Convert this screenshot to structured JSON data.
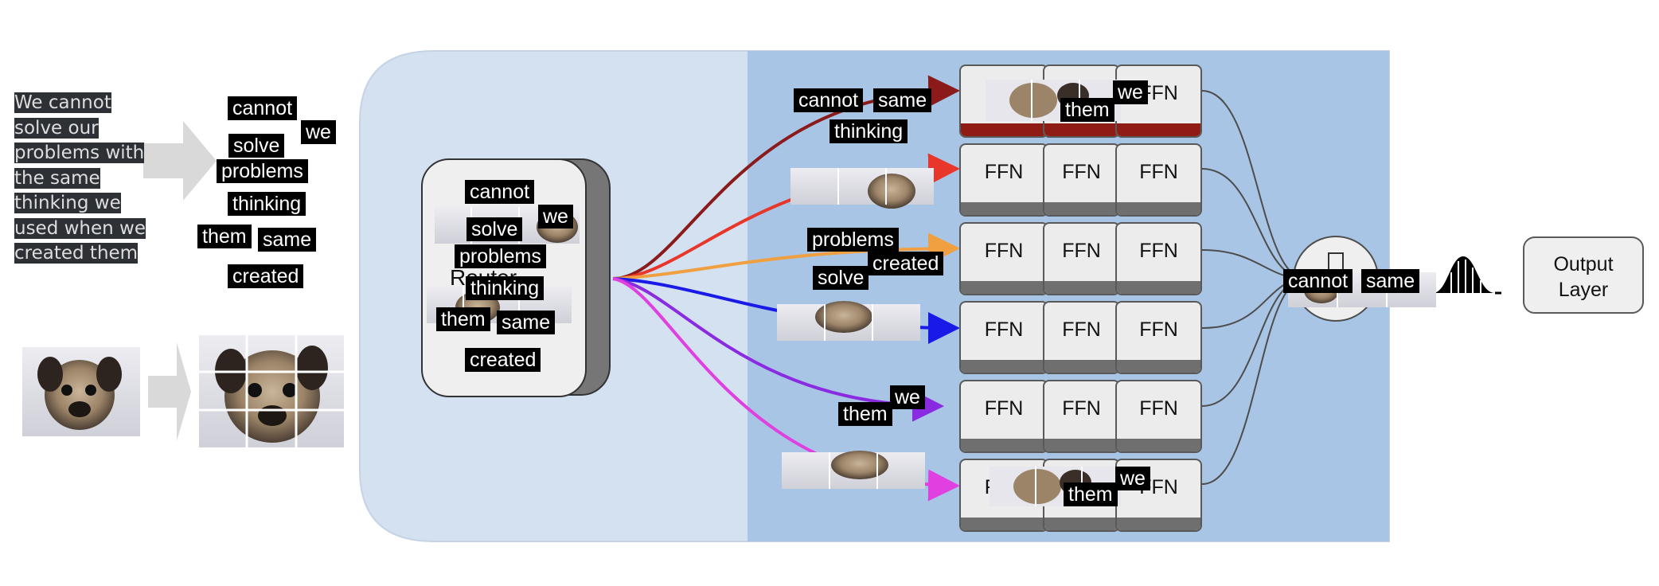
{
  "input_text": {
    "lines": [
      "We cannot",
      "solve our",
      "problems with",
      "the same",
      "thinking we",
      "used when we",
      "created them"
    ]
  },
  "tokens": [
    "cannot",
    "we",
    "solve",
    "problems",
    "thinking",
    "them",
    "same",
    "created"
  ],
  "router": {
    "label": "Router"
  },
  "ffn_label": "FFN",
  "routed_tokens": {
    "row1": [
      "cannot",
      "same",
      "thinking"
    ],
    "row3": [
      "problems",
      "created",
      "solve"
    ],
    "row5": [
      "we",
      "them"
    ],
    "overlay1": [
      "them",
      "we"
    ],
    "overlay6": [
      "them",
      "we"
    ],
    "gate": [
      "cannot",
      "same"
    ]
  },
  "output": {
    "line1": "Output",
    "line2": "Layer"
  },
  "colors": {
    "route1": "#8b1a1a",
    "route2": "#e8372a",
    "route3": "#f0a040",
    "route4": "#1a1ae8",
    "route5": "#8a2be2",
    "route6": "#e040e0",
    "expert_bg": "#a9c5e6",
    "router_bg": "#d4e1f1"
  }
}
